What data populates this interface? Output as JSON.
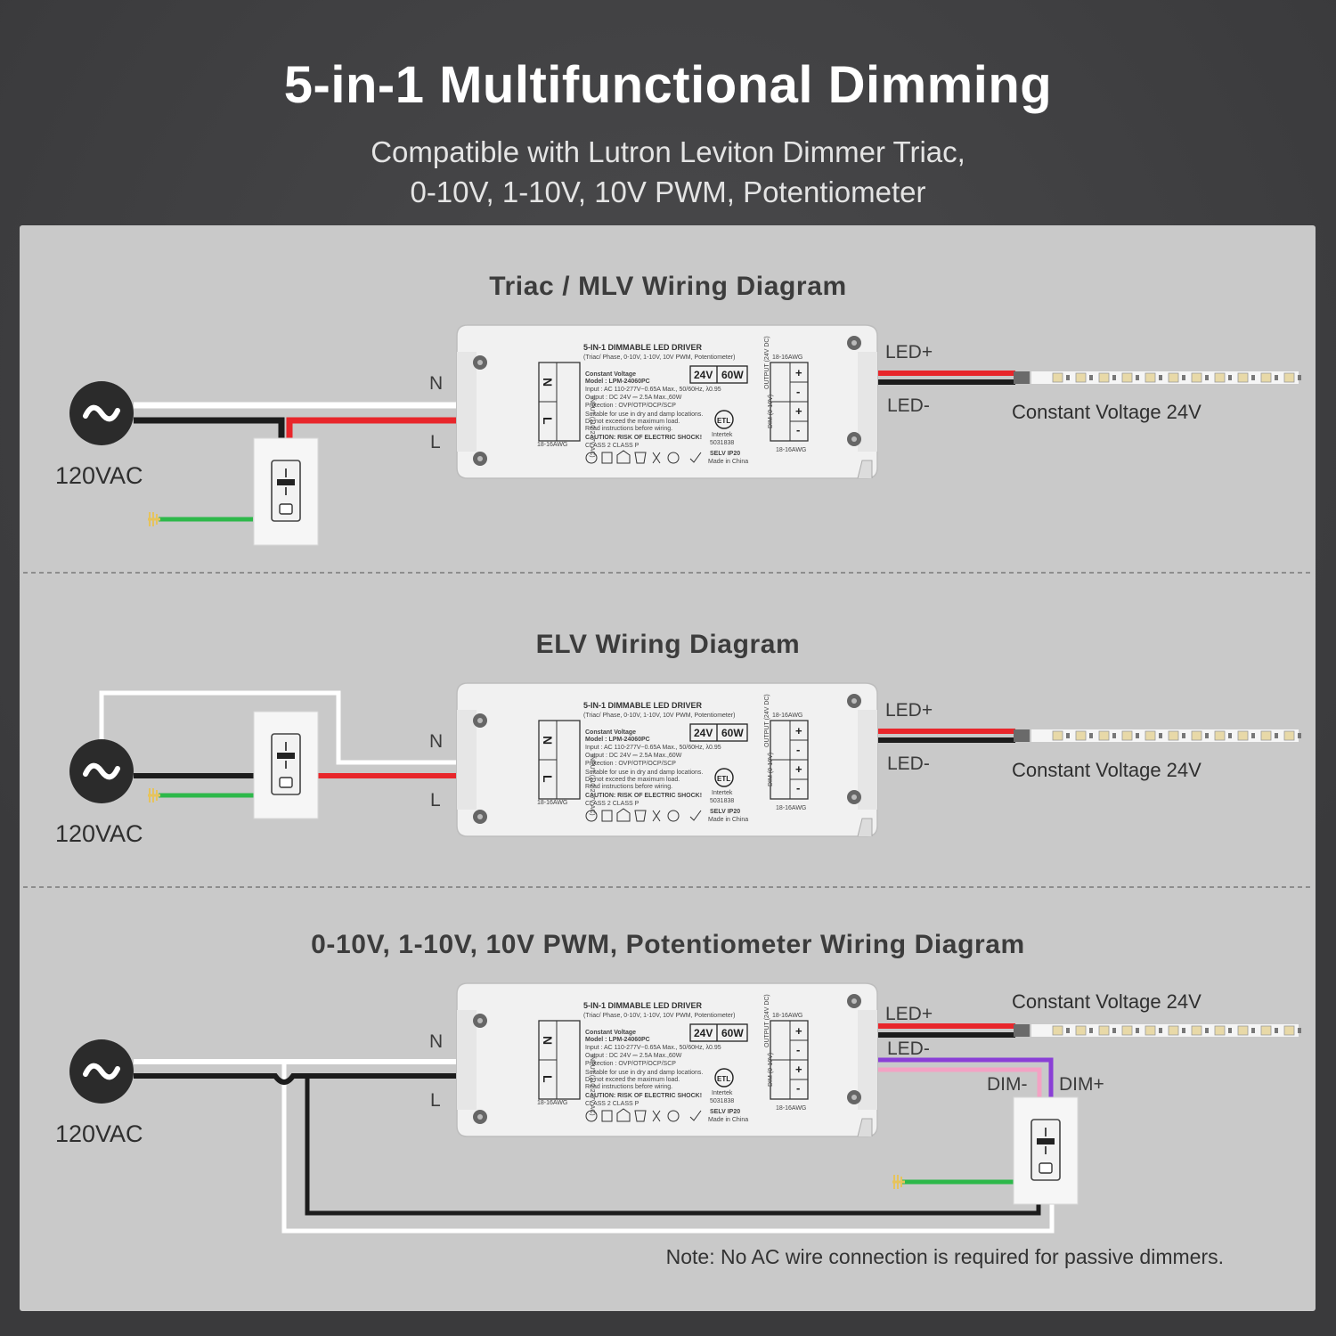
{
  "header": {
    "title": "5-in-1 Multifunctional Dimming",
    "subtitle_line1": "Compatible with Lutron Leviton Dimmer Triac,",
    "subtitle_line2": "0-10V, 1-10V, 10V PWM, Potentiometer"
  },
  "sections": [
    {
      "title": "Triac / MLV Wiring Diagram"
    },
    {
      "title": "ELV Wiring Diagram"
    },
    {
      "title": "0-10V, 1-10V, 10V PWM, Potentiometer Wiring Diagram"
    }
  ],
  "labels": {
    "ac_source": "120VAC",
    "neutral": "N",
    "line": "L",
    "led_plus": "LED+",
    "led_minus": "LED-",
    "constant_voltage": "Constant Voltage 24V",
    "dim_minus": "DIM-",
    "dim_plus": "DIM+"
  },
  "driver": {
    "name": "5-IN-1 DIMMABLE LED DRIVER",
    "modes": "(Triac/ Phase, 0-10V, 1-10V, 10V PWM, Potentiometer)",
    "voltage_badge": "24V",
    "power_badge": "60W",
    "type": "Constant Voltage",
    "model": "Model : LPM-24060PC",
    "input": "Input : AC 110-277V~0.65A Max., 50/60Hz, λ0.95",
    "output": "Output : DC 24V ⎓ 2.5A Max.,60W",
    "protection": "Protection : OVP/OTP/OCP/SCP",
    "suitable1": "Suitable for use in dry and damp locations.",
    "suitable2": "Do not exceed the maximum load.",
    "suitable3": "Read instructions before wiring.",
    "caution": "CAUTION: RISK OF ELECTRIC SHOCK!",
    "class": "CLASS 2   CLASS P",
    "input_label": "INPUT (110-277V AC)",
    "terminal_n": "N",
    "terminal_l": "L",
    "output_label": "OUTPUT (24V DC)",
    "dim_label": "DIM (0-10V)",
    "plus": "+",
    "minus": "-",
    "cert_number": "5031838",
    "cert_brand": "Intertek",
    "selv_ip": "SELV IP20",
    "made_in": "Made in China",
    "awg": "18-16AWG"
  },
  "footer": {
    "note": "Note: No AC wire connection is required for passive dimmers."
  },
  "colors": {
    "background": "#3f3f41",
    "panel": "#c9c9c9",
    "wire_red": "#e8262b",
    "wire_black": "#1c1c1c",
    "wire_white": "#ffffff",
    "wire_green": "#2db84a",
    "wire_purple": "#8a3fd6",
    "wire_pink": "#f3a2c4"
  }
}
